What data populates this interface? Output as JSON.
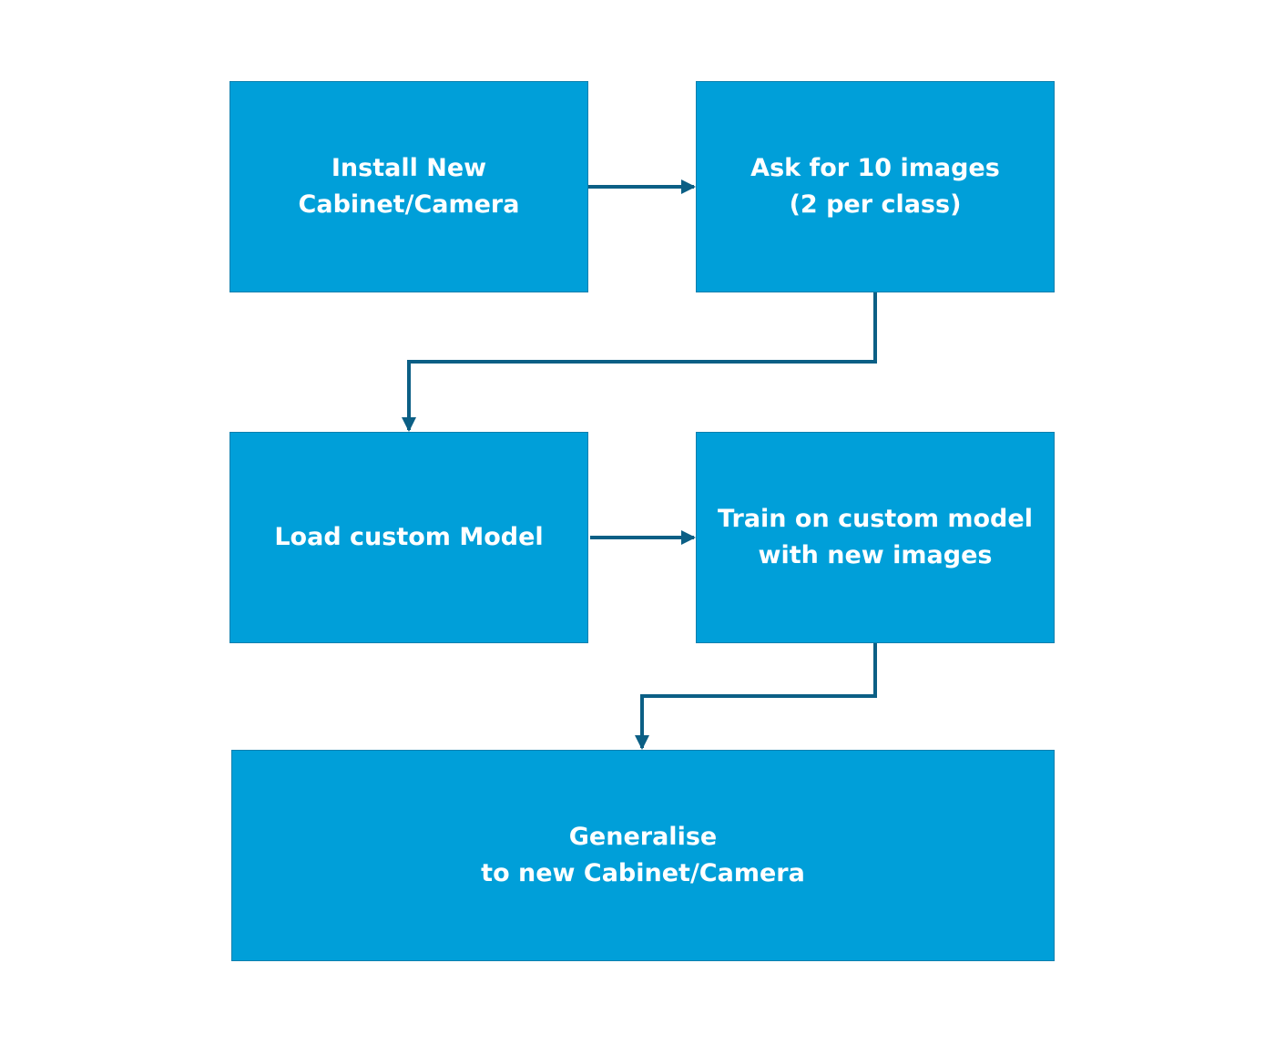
{
  "diagram": {
    "colors": {
      "box_fill": "#009fd9",
      "box_text": "#ffffff",
      "arrow": "#0b5f85"
    },
    "nodes": {
      "install": {
        "lines": [
          "Install New",
          "Cabinet/Camera"
        ]
      },
      "ask": {
        "lines": [
          "Ask for 10 images",
          "(2 per class)"
        ]
      },
      "load": {
        "lines": [
          "Load custom Model"
        ]
      },
      "train": {
        "lines": [
          "Train on custom model",
          "with new images"
        ]
      },
      "generalise": {
        "lines": [
          "Generalise",
          "to new Cabinet/Camera"
        ]
      }
    },
    "edges": [
      {
        "from": "install",
        "to": "ask"
      },
      {
        "from": "ask",
        "to": "load"
      },
      {
        "from": "load",
        "to": "train"
      },
      {
        "from": "train",
        "to": "generalise"
      }
    ]
  }
}
